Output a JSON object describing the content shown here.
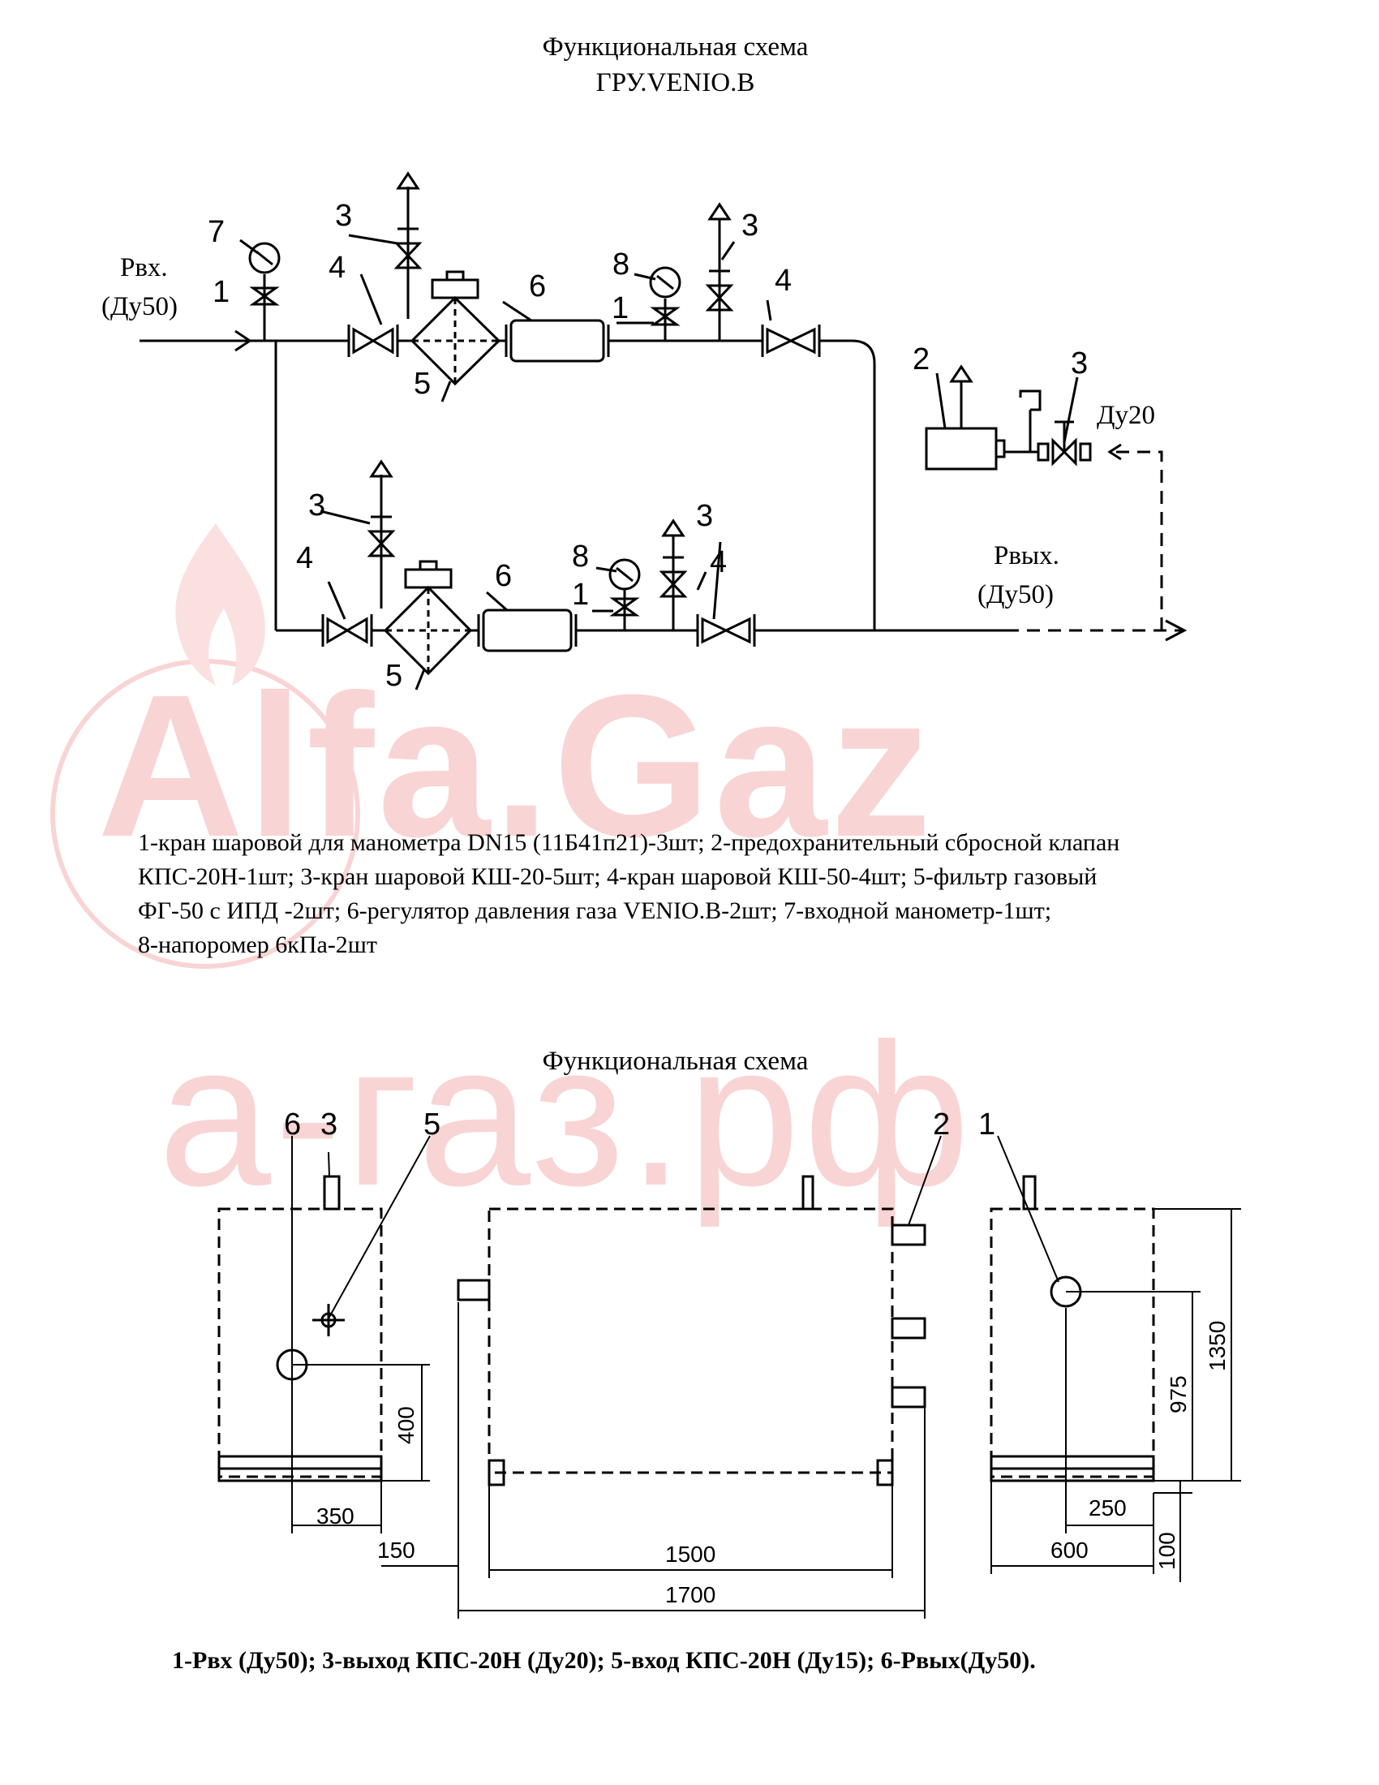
{
  "title1": "Функциональная схема",
  "title2": "ГРУ.VENIO.В",
  "title3": "Функциональная схема",
  "watermark1": "Alfa.Gaz",
  "watermark2": "а-газ.рф",
  "flow": {
    "inlet_p": "Рвх.",
    "inlet_dn": "(Ду50)",
    "outlet_p": "Рвых.",
    "outlet_dn": "(Ду50)",
    "relief_dn": "Ду20"
  },
  "legend": [
    "1-кран шаровой для манометра DN15 (11Б41п21)-3шт; 2-предохранительный сбросной клапан",
    "КПС-20Н-1шт; 3-кран шаровой КШ-20-5шт; 4-кран шаровой КШ-50-4шт; 5-фильтр газовый",
    "ФГ-50 с ИПД -2шт; 6-регулятор давления газа VENIO.В-2шт; 7-входной манометр-1шт;",
    "8-напоромер 6кПа-2шт"
  ],
  "callouts": {
    "n1": "1",
    "n2": "2",
    "n3": "3",
    "n4": "4",
    "n5": "5",
    "n6": "6",
    "n7": "7",
    "n8": "8"
  },
  "dimensions": {
    "d400": "400",
    "d350": "350",
    "d150": "150",
    "d1500": "1500",
    "d1700": "1700",
    "d975": "975",
    "d1350": "1350",
    "d250": "250",
    "d600": "600",
    "d100": "100"
  },
  "notes2": "1-Рвх (Ду50); 3-выход КПС-20Н (Ду20);  5-вход КПС-20Н (Ду15); 6-Рвых(Ду50).",
  "colors": {
    "ink": "#000000",
    "watermark": "#f9d4d4"
  }
}
